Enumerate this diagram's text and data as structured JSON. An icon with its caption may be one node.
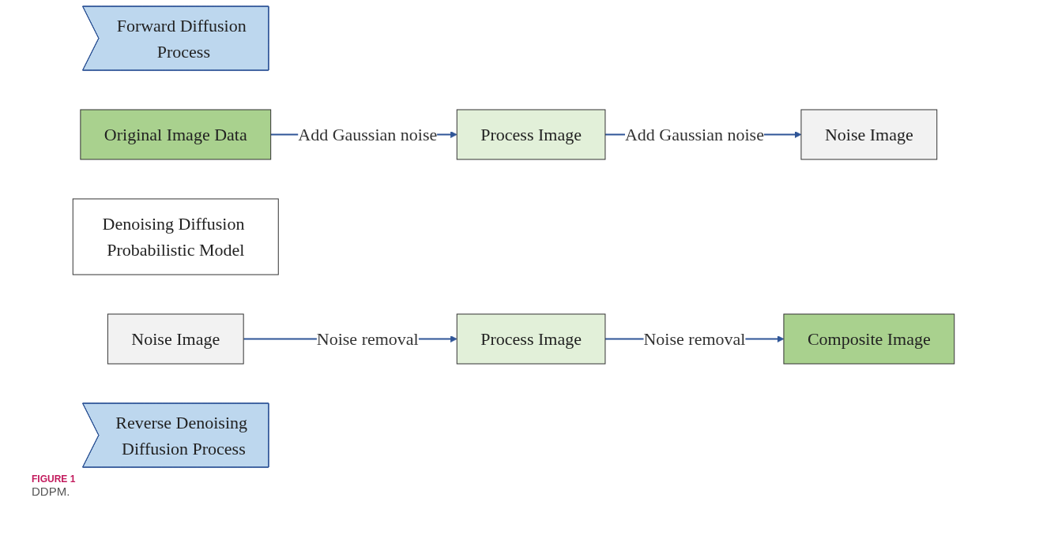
{
  "diagram": {
    "caption": "DDPM.",
    "nodes": [
      {
        "text": [
          "Forward Diffusion Process"
        ]
      },
      {
        "text": [
          "Original Image Data"
        ]
      },
      {
        "text": [
          "Process Image"
        ]
      },
      {
        "text": [
          "Noise Image"
        ]
      },
      {
        "text": [
          "Denoising Diffusion Probabilistic Model"
        ]
      },
      {
        "text": [
          "Composite Image"
        ]
      },
      {
        "text": [
          "Process Image"
        ]
      },
      {
        "text": [
          "Noise Image"
        ]
      },
      {
        "text": [
          "Reverse Denoising Diffusion Process"
        ]
      }
    ],
    "edges": [
      {
        "from": 1,
        "to": 2,
        "arrow": "to",
        "label": "Add Gaussian noise"
      },
      {
        "from": 2,
        "to": 3,
        "arrow": "to",
        "label": "Add Gaussian noise"
      },
      {
        "from": 7,
        "to": 6,
        "arrow": "to",
        "label": "Noise removal"
      },
      {
        "from": 6,
        "to": 5,
        "arrow": "to",
        "label": "Noise removal"
      }
    ],
    "labels": [
      "FIGURE 1"
    ]
  }
}
